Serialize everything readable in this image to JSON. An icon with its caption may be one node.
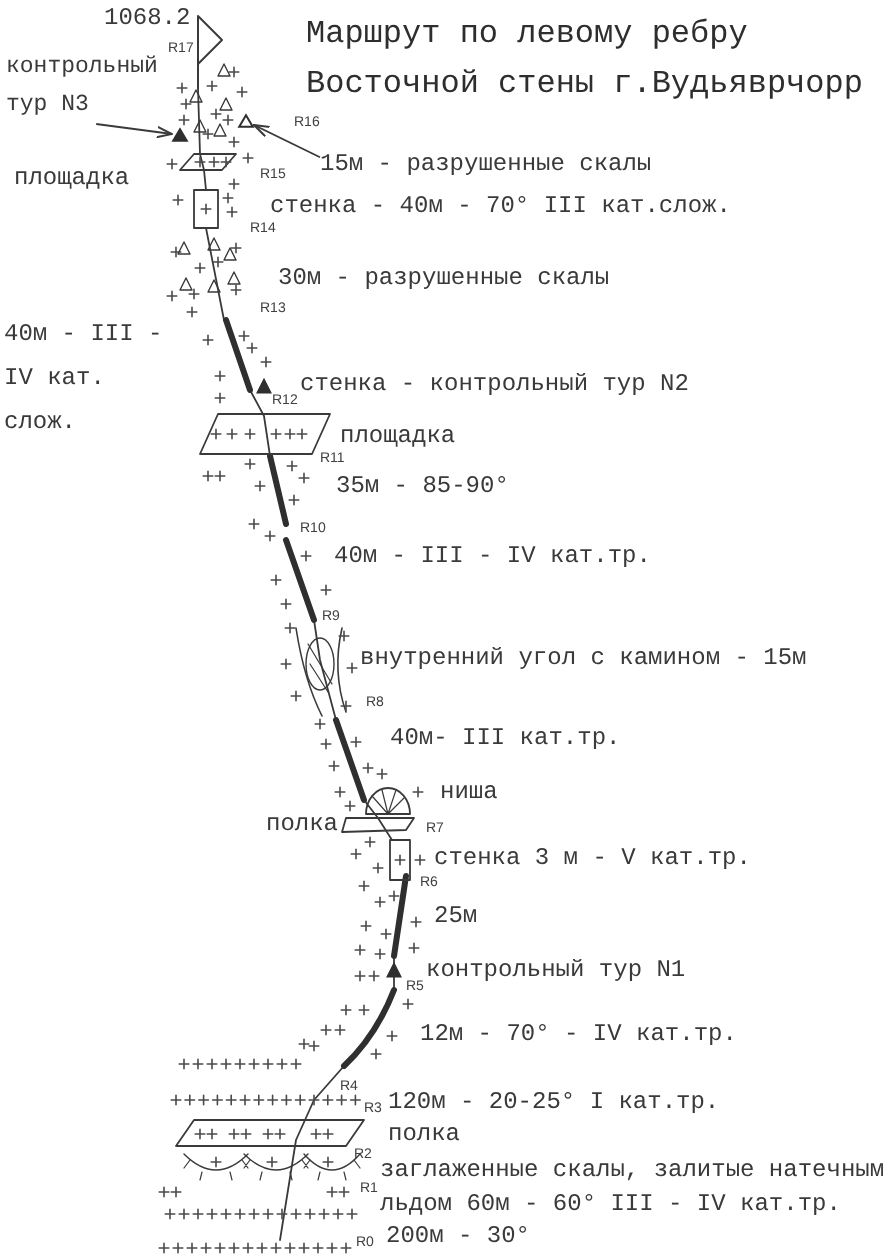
{
  "diagram": {
    "title": "Маршрут по левому ребру Восточной стены г.Вудьяврчорр",
    "nodes": [
      {
        "text": [
          "контрольный тур N3"
        ]
      },
      {
        "text": [],
        "shape": "triangle"
      },
      {
        "text": [
          "15м - разрушенные скалы"
        ]
      },
      {
        "text": [],
        "shape": "triangle"
      }
    ],
    "edges": [
      {
        "from": 0,
        "to": 1,
        "arrow": "to"
      },
      {
        "from": 2,
        "to": 3,
        "arrow": "to"
      }
    ],
    "labels": [
      "1068.2",
      "R17",
      "R16",
      "площадка",
      "R15",
      "стенка - 40м - 70° III кат.слож.",
      "R14",
      "30м - разрушенные скалы",
      "R13",
      "40м - III - IV кат. слож.",
      "стенка - контрольный тур N2",
      "R12",
      "площадка",
      "R11",
      "35м - 85-90°",
      "R10",
      "40м - III - IV кат.тр.",
      "R9",
      "внутренний угол с камином - 15м",
      "R8",
      "40м- III кат.тр.",
      "ниша",
      "полка",
      "R7",
      "стенка 3 м - V кат.тр.",
      "R6",
      "25м",
      "R5",
      "контрольный тур N1",
      "12м - 70° - IV кат.тр.",
      "R4",
      "R3",
      "120м - 20-25° I кат.тр.",
      "полка",
      "R2",
      "заглаженные скалы, залитые натечным льдом 60м - 60° III - IV кат.тр.",
      "R1",
      "R0",
      "200м - 30°"
    ]
  }
}
